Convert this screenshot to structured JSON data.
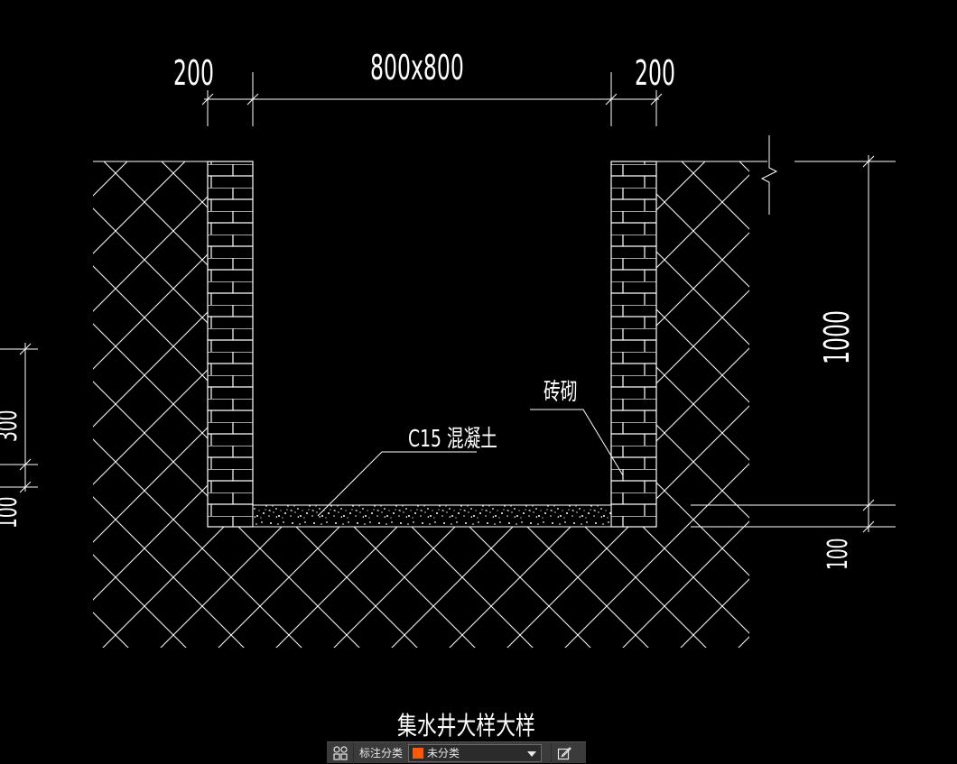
{
  "drawing": {
    "background": "#000000",
    "line_color": "#ffffff",
    "dim_top_left": "200",
    "dim_top_center": "800x800",
    "dim_top_right": "200",
    "dim_right_height": "1000",
    "dim_right_base": "100",
    "dim_left_partial_a": "100",
    "dim_left_partial_b": "300",
    "callout_concrete": "C15 混凝土",
    "callout_brick": "砖砌",
    "title": "集水井大样大样"
  },
  "toolbar": {
    "group_icon": "grid-icon",
    "label": "标注分类",
    "select_value": "未分类",
    "select_swatch_color": "#ff5a00",
    "edit_icon": "edit-icon"
  }
}
